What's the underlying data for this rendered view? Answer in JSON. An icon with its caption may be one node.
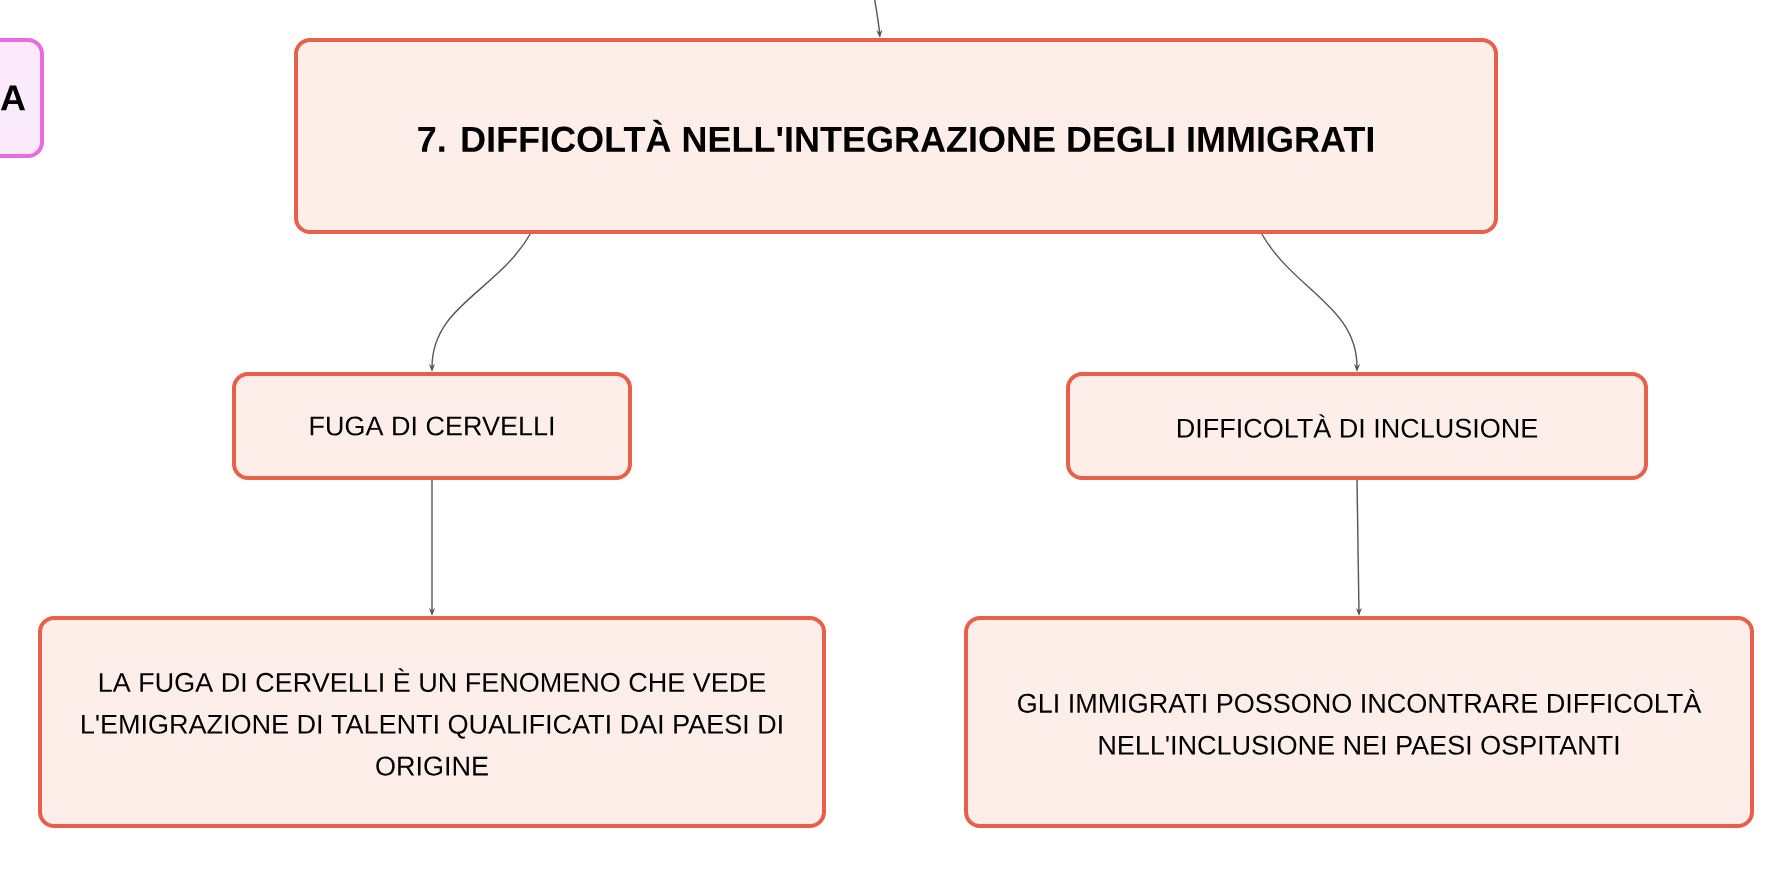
{
  "diagram": {
    "nodes": [
      {
        "text": [
          "A"
        ]
      },
      {
        "text": [
          "7. DIFFICOLTÀ NELL'INTEGRAZIONE DEGLI IMMIGRATI"
        ]
      },
      {
        "text": [
          "FUGA DI CERVELLI"
        ]
      },
      {
        "text": [
          "DIFFICOLTÀ DI INCLUSIONE"
        ]
      },
      {
        "text": [
          "LA FUGA DI CERVELLI È UN FENOMENO CHE VEDE L'EMIGRAZIONE DI TALENTI QUALIFICATI DAI PAESI DI ORIGINE"
        ]
      },
      {
        "text": [
          "GLI IMMIGRATI POSSONO INCONTRARE DIFFICOLTÀ NELL'INCLUSIONE NEI PAESI OSPITANTI"
        ]
      }
    ],
    "edges": [
      {
        "from": null,
        "to": 1,
        "arrow": "to"
      },
      {
        "from": 1,
        "to": 2,
        "arrow": "to"
      },
      {
        "from": 1,
        "to": 3,
        "arrow": "to"
      },
      {
        "from": 2,
        "to": 4,
        "arrow": "to"
      },
      {
        "from": 3,
        "to": 5,
        "arrow": "to"
      }
    ]
  }
}
